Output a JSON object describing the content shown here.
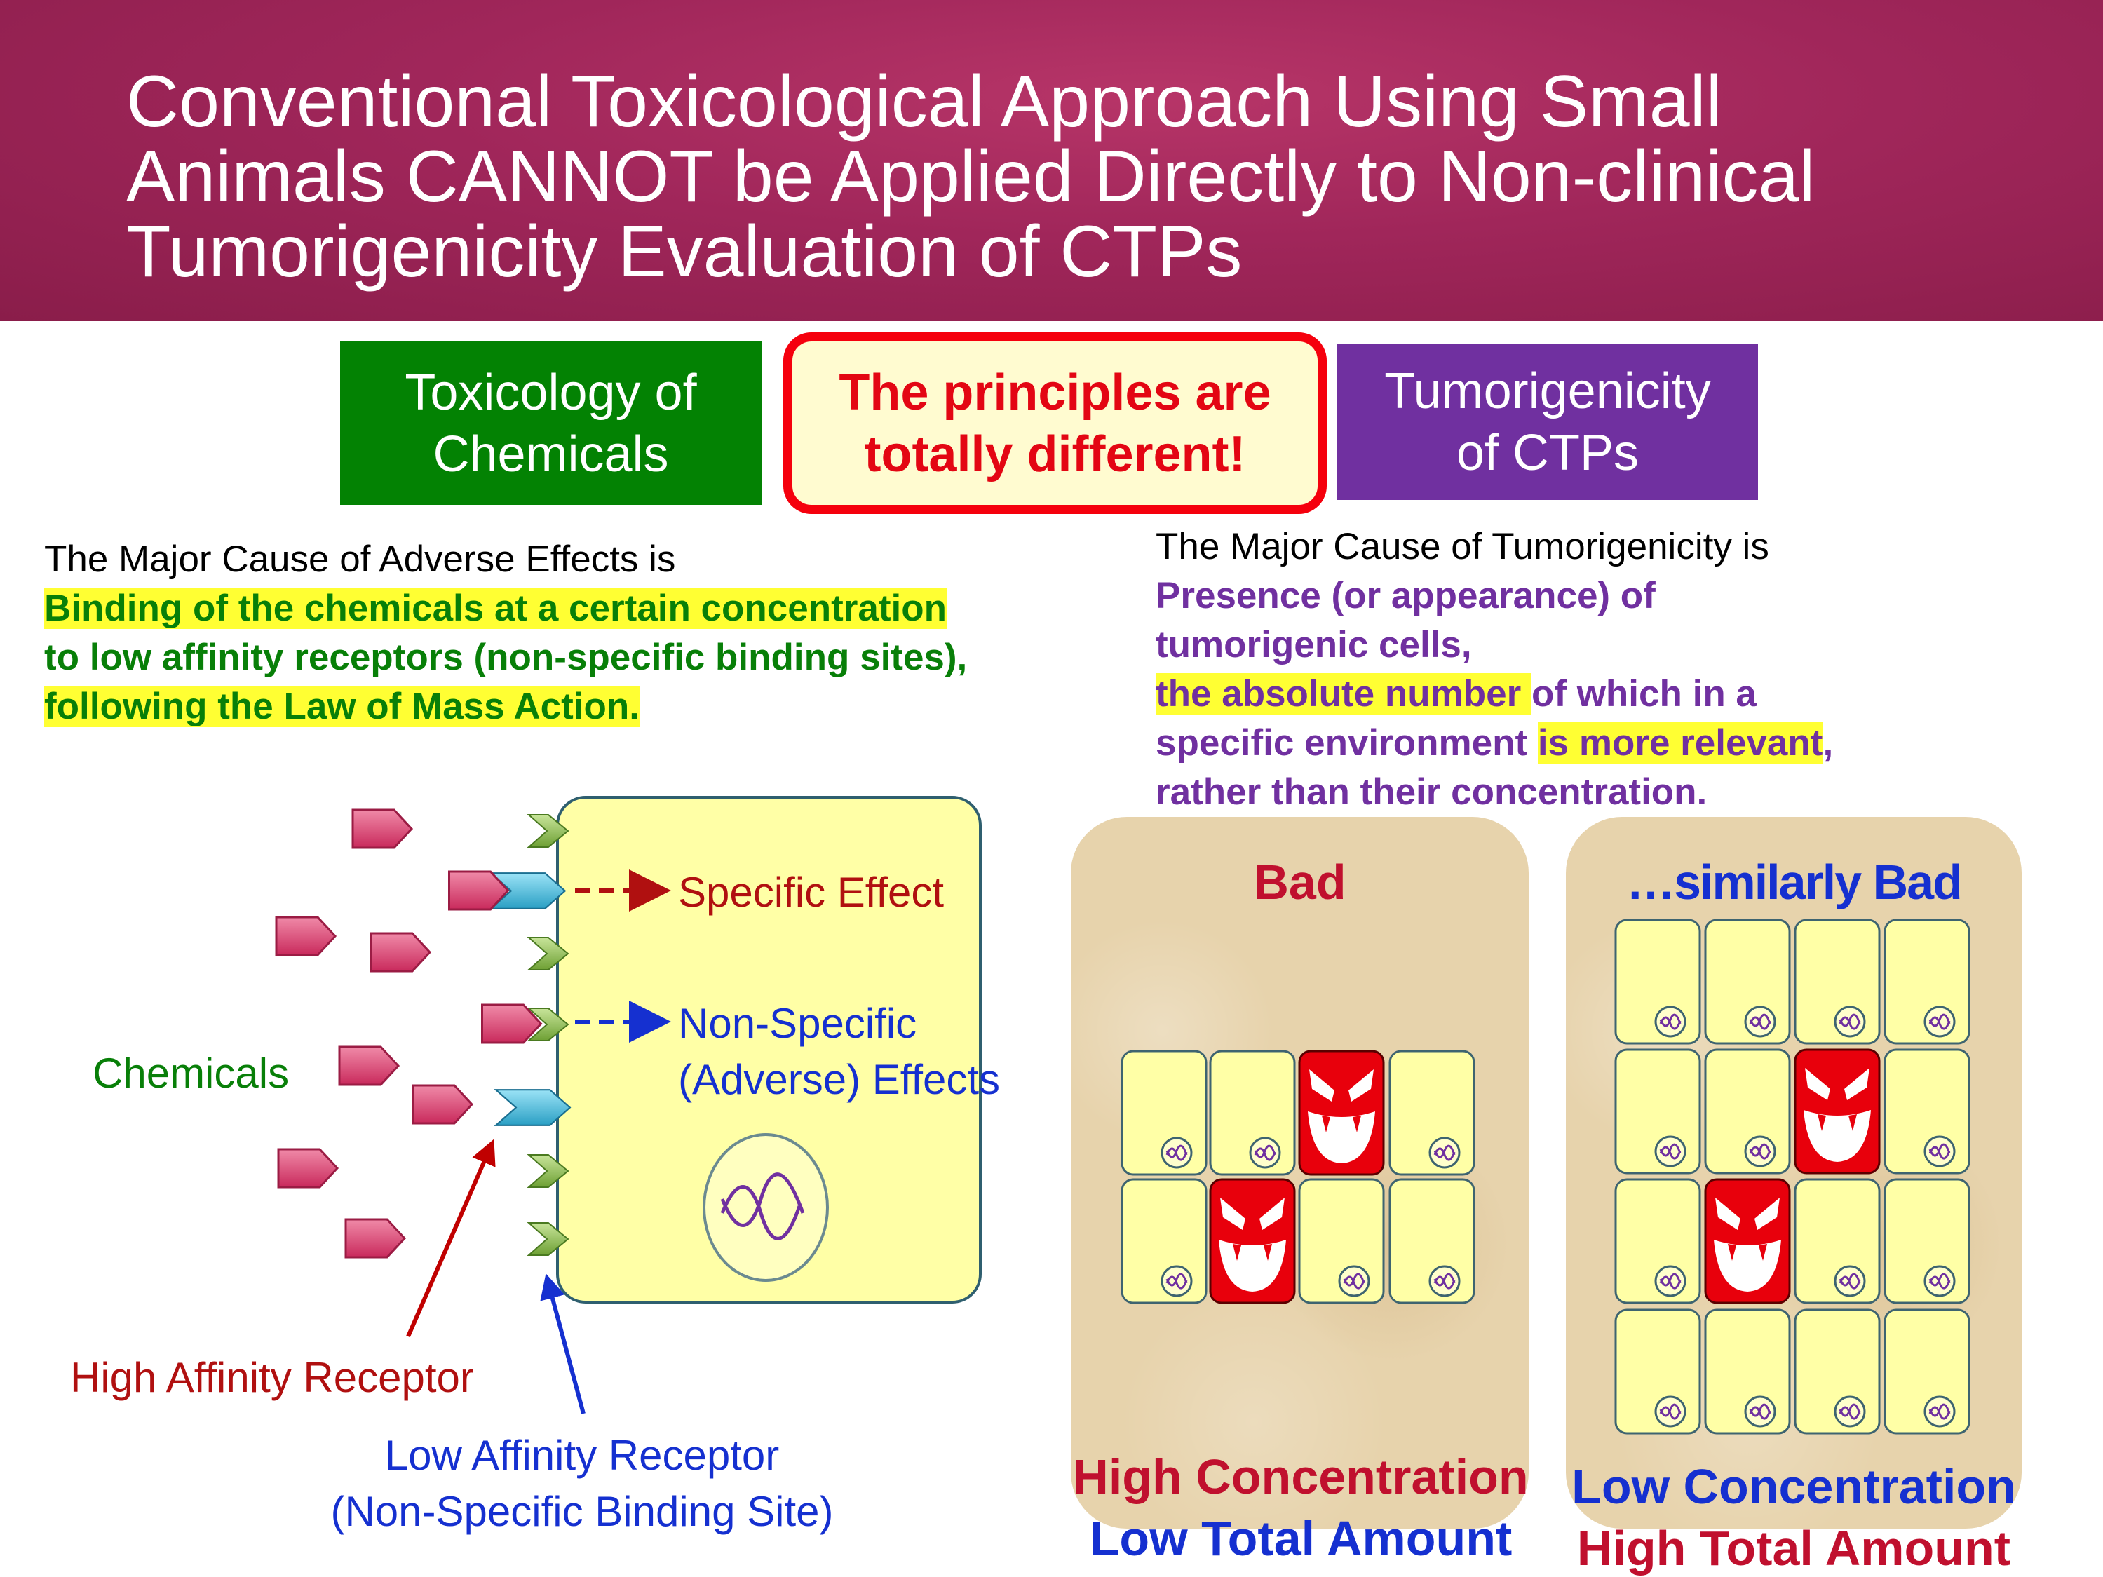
{
  "title": [
    "Conventional Toxicological Approach Using Small",
    "Animals CANNOT be Applied Directly to Non-clinical",
    "Tumorigenicity Evaluation of CTPs"
  ],
  "boxes": {
    "left": [
      "Toxicology of",
      "Chemicals"
    ],
    "middle": [
      "The principles are",
      "totally different!"
    ],
    "right": [
      "Tumorigenicity",
      "of CTPs"
    ]
  },
  "left_text": {
    "line1": "The Major Cause of Adverse Effects is",
    "line2": "Binding of the chemicals at a certain concentration",
    "line3": "to low affinity receptors (non-specific binding sites),",
    "line4": "following the Law of Mass Action."
  },
  "right_text": {
    "line1": "The Major Cause of Tumorigenicity is",
    "line2": "Presence (or appearance) of",
    "line3": "tumorigenic cells,",
    "line4a": "the absolute number ",
    "line4b": "of which in a",
    "line5a": "specific environment ",
    "line5b": "is more relevant",
    "line5c": ",",
    "line6": "rather than their concentration."
  },
  "diagram": {
    "chemicals_label": "Chemicals",
    "specific_effect": "Specific Effect",
    "nonspecific_effect": [
      "Non-Specific",
      "(Adverse) Effects"
    ],
    "high_affinity": "High Affinity Receptor",
    "low_affinity": [
      "Low Affinity Receptor",
      "(Non-Specific Binding Site)"
    ]
  },
  "panels": {
    "left": {
      "title": "Bad",
      "caption": [
        "High Concentration",
        "Low Total Amount"
      ]
    },
    "right": {
      "title": "…similarly Bad",
      "caption": [
        "Low Concentration",
        "High Total Amount"
      ]
    }
  },
  "colors": {
    "header": "#a0265a",
    "green_box": "#038203",
    "purple_box": "#7030a0",
    "red_border": "#f5000d",
    "highlight": "#ffff33",
    "cell_fill": "#ffffa6",
    "tumor_fill": "#e8000c",
    "chemical": "#d93d6e",
    "high_receptor": "#3ab2d6",
    "low_receptor": "#8fbe4a"
  },
  "icons": [
    "chemical-molecule-icon",
    "receptor-icon",
    "nucleus-dna-icon",
    "devil-face-icon"
  ]
}
